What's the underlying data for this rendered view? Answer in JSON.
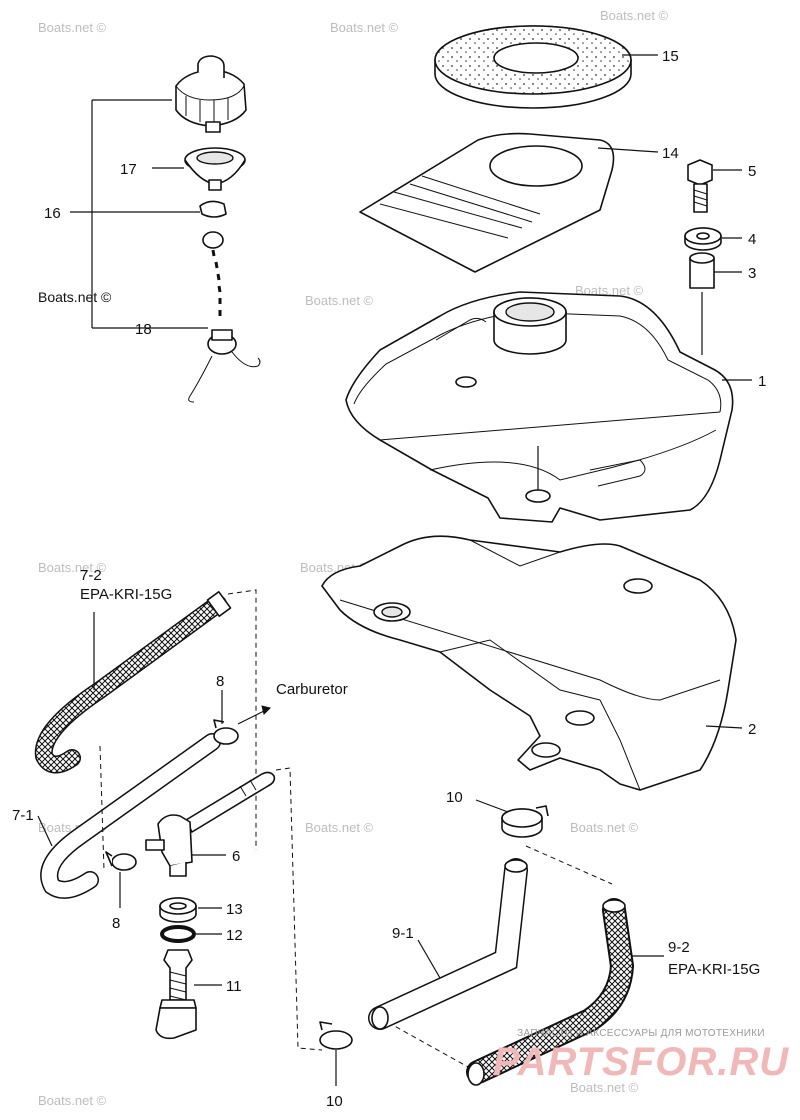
{
  "watermark": "Boats.net ©",
  "labels": {
    "p1": "1",
    "p2": "2",
    "p3": "3",
    "p4": "4",
    "p5": "5",
    "p6": "6",
    "p7_1": "7-1",
    "p7_2": "7-2",
    "p7_2_code": "EPA-KRI-15G",
    "p8_top": "8",
    "p8_bottom": "8",
    "p9_1": "9-1",
    "p9_2": "9-2",
    "p9_2_code": "EPA-KRI-15G",
    "p10_top": "10",
    "p10_bottom": "10",
    "p11": "11",
    "p12": "12",
    "p13": "13",
    "p14": "14",
    "p15": "15",
    "p16": "16",
    "p17": "17",
    "p18": "18",
    "carburetor": "Carburetor"
  },
  "site_overlay": {
    "tagline": "ЗАПЧАСТИ И АКСЕССУАРЫ ДЛЯ МОТОТЕХНИКИ",
    "logo": "PARTSFOR.RU"
  }
}
